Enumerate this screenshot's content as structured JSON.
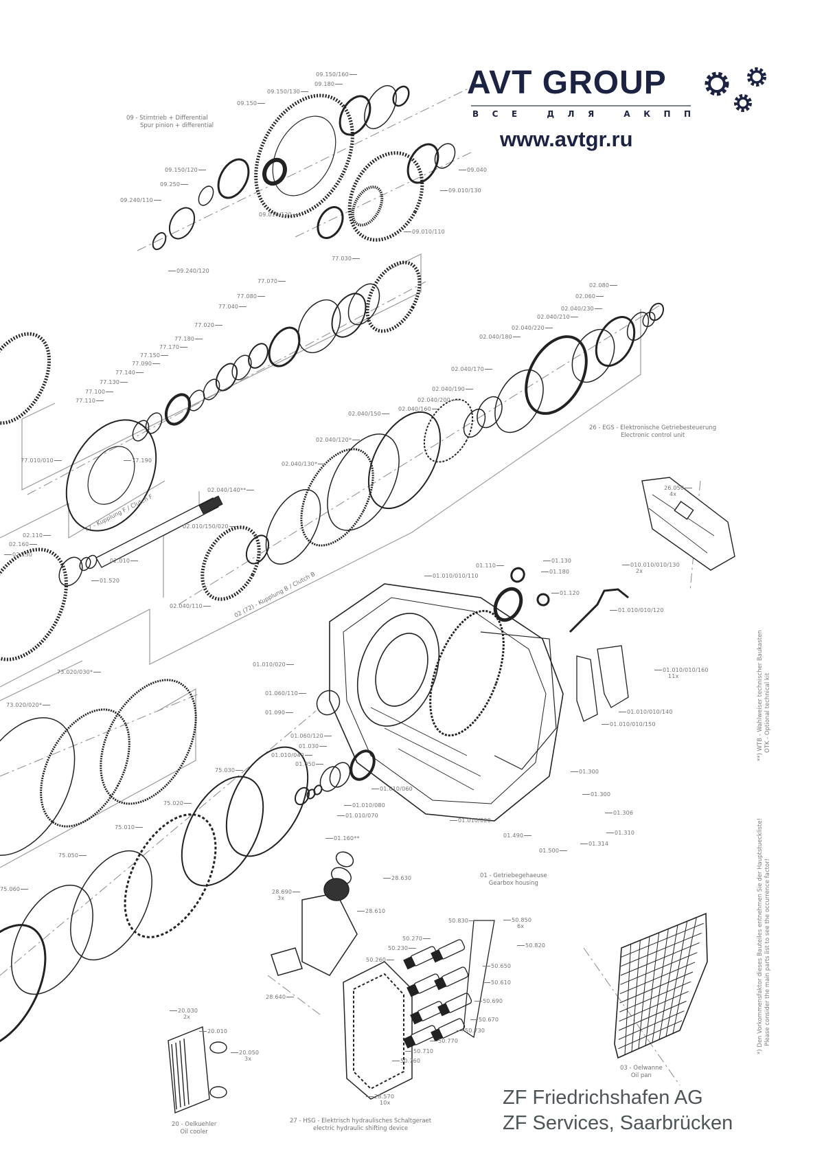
{
  "logo": {
    "title": "AVT GROUP",
    "subtitle": "ВСЕ ДЛЯ АКПП",
    "url": "www.avtgr.ru",
    "color": "#1c2342"
  },
  "sections": [
    {
      "de": "09 - Stirntrieb + Differential",
      "en": "Spur pinion + differential"
    },
    {
      "de": "77 - Kupplung F / Clutch F",
      "en": ""
    },
    {
      "de": "02 (72) - Kupplung B / Clutch B",
      "en": ""
    },
    {
      "de": "26 - EGS - Elektronische Getriebesteuerung",
      "en": "Electronic control unit"
    },
    {
      "de": "01 - Getriebegehaeuse",
      "en": "Gearbox housing"
    },
    {
      "de": "20 - Oelkuehler",
      "en": "Oil cooler"
    },
    {
      "de": "27 - HSG - Elektrisch hydraulisches Schaltgeraet",
      "en": "electric hydraulic shifting device"
    },
    {
      "de": "03 - Oelwanne",
      "en": "Oil pan"
    }
  ],
  "labels": [
    {
      "id": "09.150/160"
    },
    {
      "id": "09.180"
    },
    {
      "id": "09.150/130"
    },
    {
      "id": "09.150"
    },
    {
      "id": "09.150/120"
    },
    {
      "id": "09.250"
    },
    {
      "id": "09.240/110"
    },
    {
      "id": "09.010/120"
    },
    {
      "id": "09.010/110"
    },
    {
      "id": "09.240/120"
    },
    {
      "id": "09.040"
    },
    {
      "id": "09.010/130"
    },
    {
      "id": "77.030"
    },
    {
      "id": "77.070"
    },
    {
      "id": "77.080"
    },
    {
      "id": "77.040"
    },
    {
      "id": "77.020"
    },
    {
      "id": "77.180"
    },
    {
      "id": "77.170"
    },
    {
      "id": "77.150"
    },
    {
      "id": "77.090"
    },
    {
      "id": "77.140"
    },
    {
      "id": "77.130"
    },
    {
      "id": "77.100"
    },
    {
      "id": "77.110"
    },
    {
      "id": "77.010/010"
    },
    {
      "id": "77.190"
    },
    {
      "id": "02.080"
    },
    {
      "id": "02.060"
    },
    {
      "id": "02.040/230"
    },
    {
      "id": "02.040/210"
    },
    {
      "id": "02.040/220"
    },
    {
      "id": "02.040/180"
    },
    {
      "id": "02.040/170"
    },
    {
      "id": "02.040/190"
    },
    {
      "id": "02.040/200"
    },
    {
      "id": "02.040/160"
    },
    {
      "id": "02.040/150"
    },
    {
      "id": "02.040/120*"
    },
    {
      "id": "02.040/130*"
    },
    {
      "id": "02.040/140**"
    },
    {
      "id": "02.010/150/020"
    },
    {
      "id": "02.110"
    },
    {
      "id": "02.160"
    },
    {
      "id": "02.130"
    },
    {
      "id": "02.010"
    },
    {
      "id": "01.520"
    },
    {
      "id": "02.040/110"
    },
    {
      "id": "26.050",
      "qty": "4x"
    },
    {
      "id": "01.110"
    },
    {
      "id": "01.010/010/110"
    },
    {
      "id": "01.130"
    },
    {
      "id": "01.180"
    },
    {
      "id": "01.120"
    },
    {
      "id": "010.010/010/130",
      "qty": "2x"
    },
    {
      "id": "01.010/010/120"
    },
    {
      "id": "01.010/010/160",
      "qty": "11x"
    },
    {
      "id": "01.010/010/140"
    },
    {
      "id": "01.010/010/150"
    },
    {
      "id": "01.010/020"
    },
    {
      "id": "73.020/030*"
    },
    {
      "id": "73.020/020*"
    },
    {
      "id": "01.060/110"
    },
    {
      "id": "01.090"
    },
    {
      "id": "01.060/120"
    },
    {
      "id": "01.030"
    },
    {
      "id": "01.010/040"
    },
    {
      "id": "01.050"
    },
    {
      "id": "01.010/060"
    },
    {
      "id": "01.010/080"
    },
    {
      "id": "01.010/070"
    },
    {
      "id": "01.160**"
    },
    {
      "id": "01.010/020"
    },
    {
      "id": "01.300"
    },
    {
      "id": "01.300"
    },
    {
      "id": "01.306"
    },
    {
      "id": "01.310"
    },
    {
      "id": "01.314"
    },
    {
      "id": "01.490"
    },
    {
      "id": "01.500"
    },
    {
      "id": "75.030"
    },
    {
      "id": "75.020"
    },
    {
      "id": "75.010"
    },
    {
      "id": "75.050"
    },
    {
      "id": "75.060"
    },
    {
      "id": "28.630"
    },
    {
      "id": "28.690",
      "qty": "3x"
    },
    {
      "id": "28.610"
    },
    {
      "id": "28.640"
    },
    {
      "id": "50.830"
    },
    {
      "id": "50.850",
      "qty": "6x"
    },
    {
      "id": "50.820"
    },
    {
      "id": "50.270"
    },
    {
      "id": "50.230"
    },
    {
      "id": "50.260"
    },
    {
      "id": "50.650"
    },
    {
      "id": "50.610"
    },
    {
      "id": "50.690"
    },
    {
      "id": "50.670"
    },
    {
      "id": "50.730"
    },
    {
      "id": "50.770"
    },
    {
      "id": "50.710"
    },
    {
      "id": "50.760"
    },
    {
      "id": "20.030",
      "qty": "2x"
    },
    {
      "id": "20.010"
    },
    {
      "id": "20.050",
      "qty": "3x"
    },
    {
      "id": "28.570",
      "qty": "10x"
    }
  ],
  "notes": {
    "wtb_line1": "**) WTB - Wahlweiser technischer Baukasten",
    "wtb_line2": "OTK - Optional technical kit",
    "factor_line1": "*) Den Vorkommensfaktor dieses Bauteiles entnehmen Sie der Hauptstueckliste!",
    "factor_line2": "Please consider the main parts list to see the occurrence factor!"
  },
  "footer": {
    "line1": "ZF Friedrichshafen AG",
    "line2": "ZF Services, Saarbrücken"
  }
}
